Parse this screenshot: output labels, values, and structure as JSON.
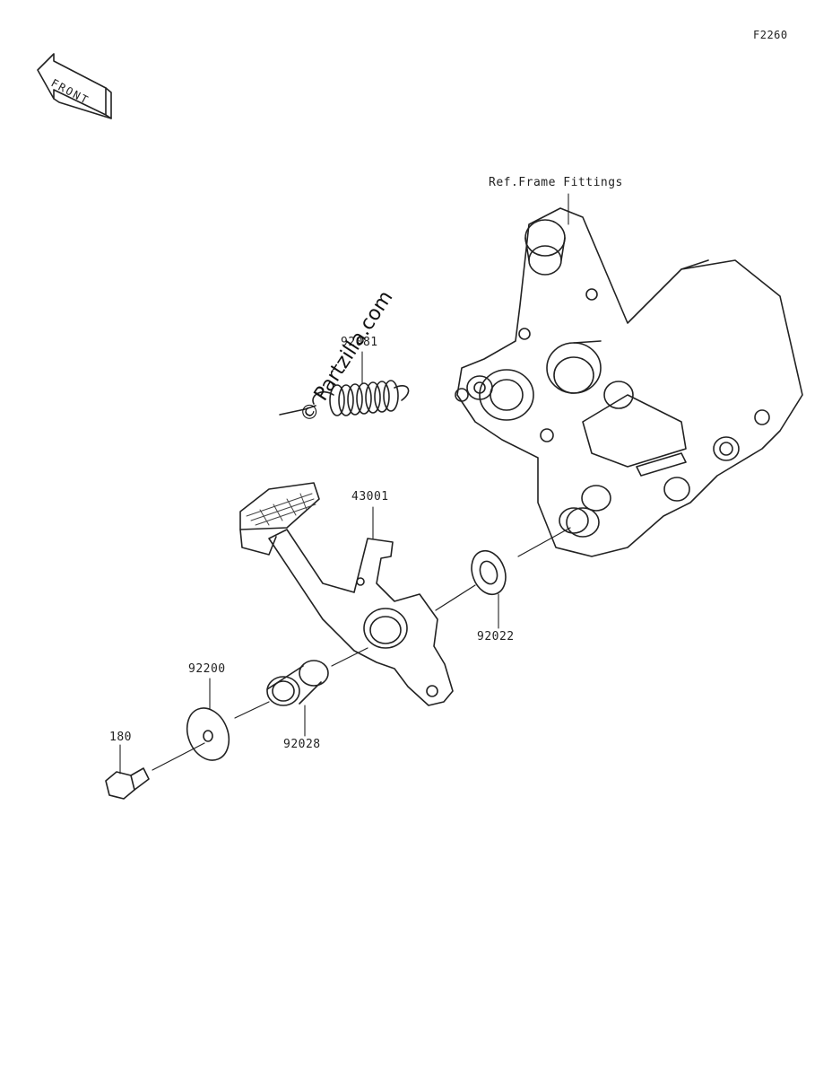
{
  "diagram": {
    "sheet_code": "F2260",
    "front_label": "FRONT",
    "reference_label": "Ref.Frame Fittings",
    "watermark": "© Partzilla.com",
    "parts": [
      {
        "id": "p92081",
        "number": "92081"
      },
      {
        "id": "p43001",
        "number": "43001"
      },
      {
        "id": "p92022",
        "number": "92022"
      },
      {
        "id": "p92200",
        "number": "92200"
      },
      {
        "id": "p92028",
        "number": "92028"
      },
      {
        "id": "p180",
        "number": "180"
      }
    ]
  }
}
